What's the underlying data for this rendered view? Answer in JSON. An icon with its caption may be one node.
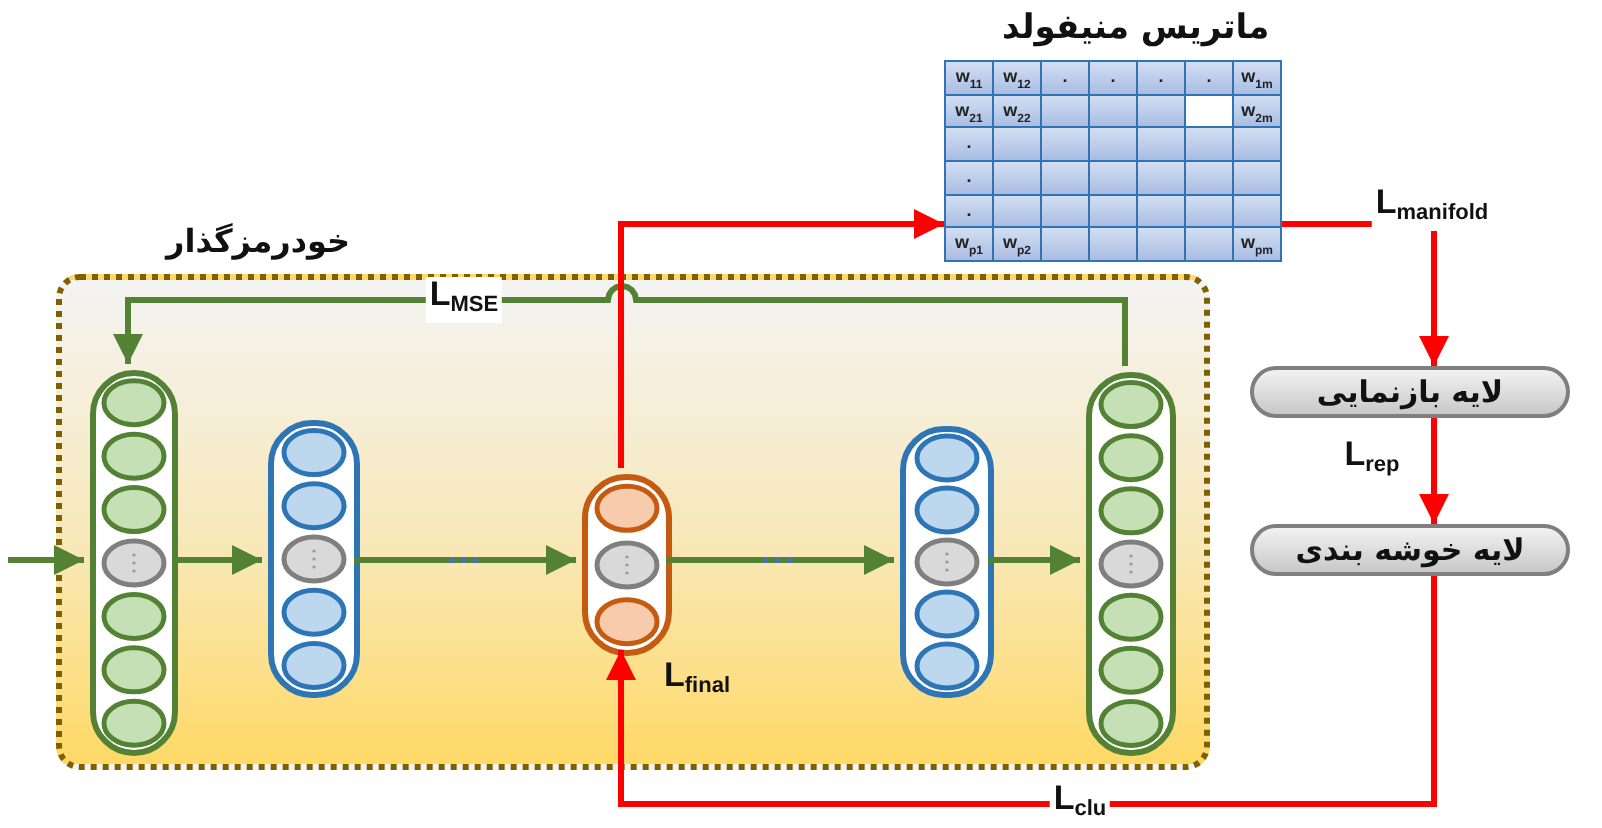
{
  "diagram": {
    "nodes": [
      {
        "text": [
          "خودرمزگذار"
        ]
      },
      {
        "text": [],
        "shape": "bar",
        "in": 0
      },
      {
        "text": [],
        "shape": "bar",
        "in": 0
      },
      {
        "text": [],
        "shape": "bar",
        "in": 0
      },
      {
        "text": [],
        "shape": "bar",
        "in": 0
      },
      {
        "text": [],
        "shape": "bar",
        "in": 0
      },
      {
        "text": [
          "ماتریس منیفولد"
        ]
      },
      {
        "text": [
          "لایه بازنمایی"
        ]
      },
      {
        "text": [
          "لایه خوشه بندی"
        ]
      }
    ],
    "edges": [
      {
        "from": null,
        "to": 1,
        "arrow": "to"
      },
      {
        "from": 1,
        "to": 2,
        "arrow": "to"
      },
      {
        "from": 2,
        "to": 3,
        "arrow": "to"
      },
      {
        "from": 3,
        "to": 4,
        "arrow": "to"
      },
      {
        "from": 4,
        "to": 5,
        "arrow": "to"
      },
      {
        "from": 5,
        "to": 1,
        "arrow": "to",
        "label": "L$_{MSE}$"
      },
      {
        "from": 3,
        "to": 6,
        "arrow": "to",
        "color": "#ff0000"
      },
      {
        "from": 6,
        "to": 7,
        "arrow": "to",
        "label": "L$_{manifold}$",
        "color": "#ff0000"
      },
      {
        "from": 7,
        "to": 8,
        "arrow": "to",
        "label": "L$_{rep}$",
        "color": "#ff0000"
      },
      {
        "from": 8,
        "to": 3,
        "arrow": "to",
        "label": "L$_{clu}$",
        "color": "#ff0000"
      }
    ],
    "labels": [
      "w$_{11}$",
      "w$_{12}$",
      ".",
      ".",
      ".",
      ".",
      "w$_{1m}$",
      "w$_{21}$",
      "w$_{22}$",
      "w$_{2m}$",
      ".",
      ".",
      ".",
      "w$_{p1}$",
      "w$_{p2}$",
      "w$_{pm}$",
      "L$_{final}$"
    ]
  }
}
